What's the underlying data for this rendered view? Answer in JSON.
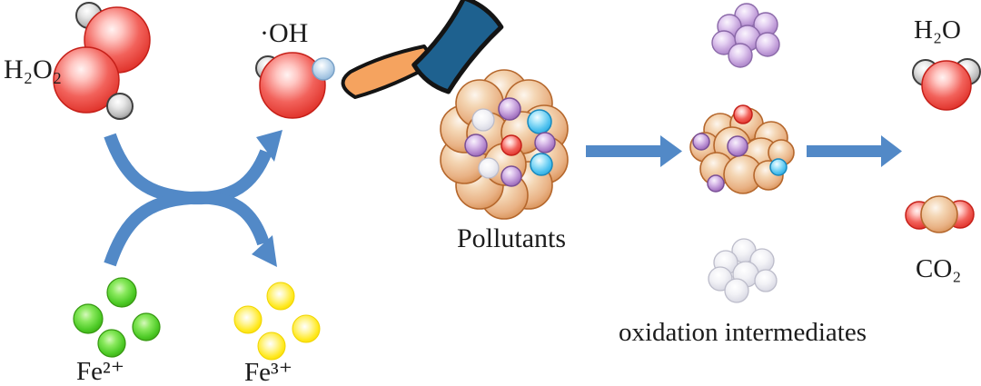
{
  "labels": {
    "h2o2": "H₂O₂",
    "oh_radical": "·OH",
    "fe2": "Fe²⁺",
    "fe3": "Fe³⁺",
    "pollutants": "Pollutants",
    "oxidation_intermediates": "oxidation intermediates",
    "h2o": "H₂O",
    "co2": "CO₂"
  },
  "colors": {
    "background": "#ffffff",
    "text": "#1c1c1c",
    "arrow_blue": "#5289c7",
    "hammer_head_blue": "#1e618f",
    "hammer_handle_orange": "#f5a35f",
    "oxygen_red": "#e0342c",
    "pollutant_tan": "#e8b183",
    "substituent_purple": "#a478c0",
    "substituent_cyan": "#45c0ee",
    "fe2_green": "#4ecb27",
    "fe3_yellow": "#ffe920",
    "hydrogen_gray": "#c4c4c4",
    "hydrogen_lightblue": "#a6c8e6",
    "intermediate_white": "#e9e9f0"
  },
  "icons": {
    "hammer": "hammer-icon",
    "cycle_arrows": "crossed-curved-arrows",
    "flow_arrow": "right-arrow-icon"
  }
}
